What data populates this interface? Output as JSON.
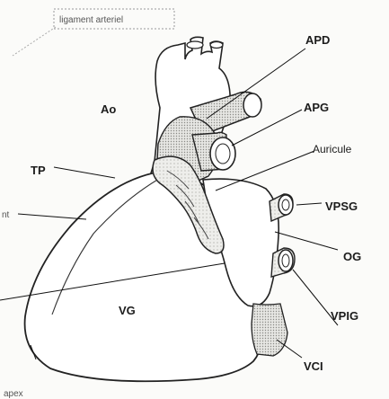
{
  "labels": {
    "ligament": "ligament arteriel",
    "apd": "APD",
    "ao": "Ao",
    "apg": "APG",
    "auricule": "Auricule",
    "tp": "TP",
    "vd_partial": "nt",
    "vpsg": "VPSG",
    "og": "OG",
    "vg": "VG",
    "vpig": "VPIG",
    "vci": "VCI",
    "apex": "apex"
  }
}
